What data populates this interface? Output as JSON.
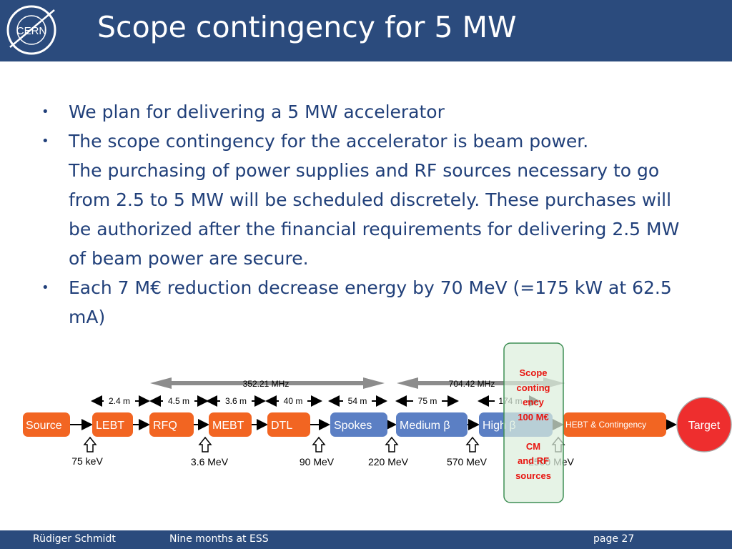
{
  "header": {
    "logo_text": "CERN",
    "title": "Scope contingency for 5 MW"
  },
  "bullets": [
    {
      "line1": "We plan for delivering a 5 MW accelerator",
      "rest": ""
    },
    {
      "line1": "The scope contingency for the accelerator is beam power.",
      "rest": "The purchasing of power supplies and RF sources necessary to go from 2.5 to 5 MW will be scheduled discretely. These purchases will be authorized after the financial requirements for delivering 2.5 MW of beam power are secure."
    },
    {
      "line1": "Each 7 M€ reduction decrease energy by 70 MeV (=175 kW at 62.5 mA)",
      "rest": ""
    }
  ],
  "diagram": {
    "freq1": "352.21 MHz",
    "freq2": "704.42 MHz",
    "lengths": [
      "2.4 m",
      "4.5 m",
      "3.6 m",
      "40 m",
      "54 m",
      "75 m",
      "174 m"
    ],
    "blocks": [
      "Source",
      "LEBT",
      "RFQ",
      "MEBT",
      "DTL",
      "Spokes",
      "Medium β",
      "High β",
      "HEBT & Contingency",
      "Target"
    ],
    "energies": [
      "75 keV",
      "3.6 MeV",
      "90 MeV",
      "220 MeV",
      "570 MeV",
      "2500 MeV"
    ],
    "callout_top": [
      "Scope",
      "conting",
      "ency",
      "100 M€"
    ],
    "callout_bottom": [
      "CM",
      "and RF",
      "sources"
    ],
    "colors": {
      "orange": "#f26522",
      "blue": "#5b7fc4",
      "target": "#ee2e2e",
      "callout_text": "#e8140f",
      "callout_border": "#3f8f55"
    }
  },
  "footer": {
    "author": "Rüdiger Schmidt",
    "event": "Nine months at ESS",
    "page": "page 27"
  }
}
